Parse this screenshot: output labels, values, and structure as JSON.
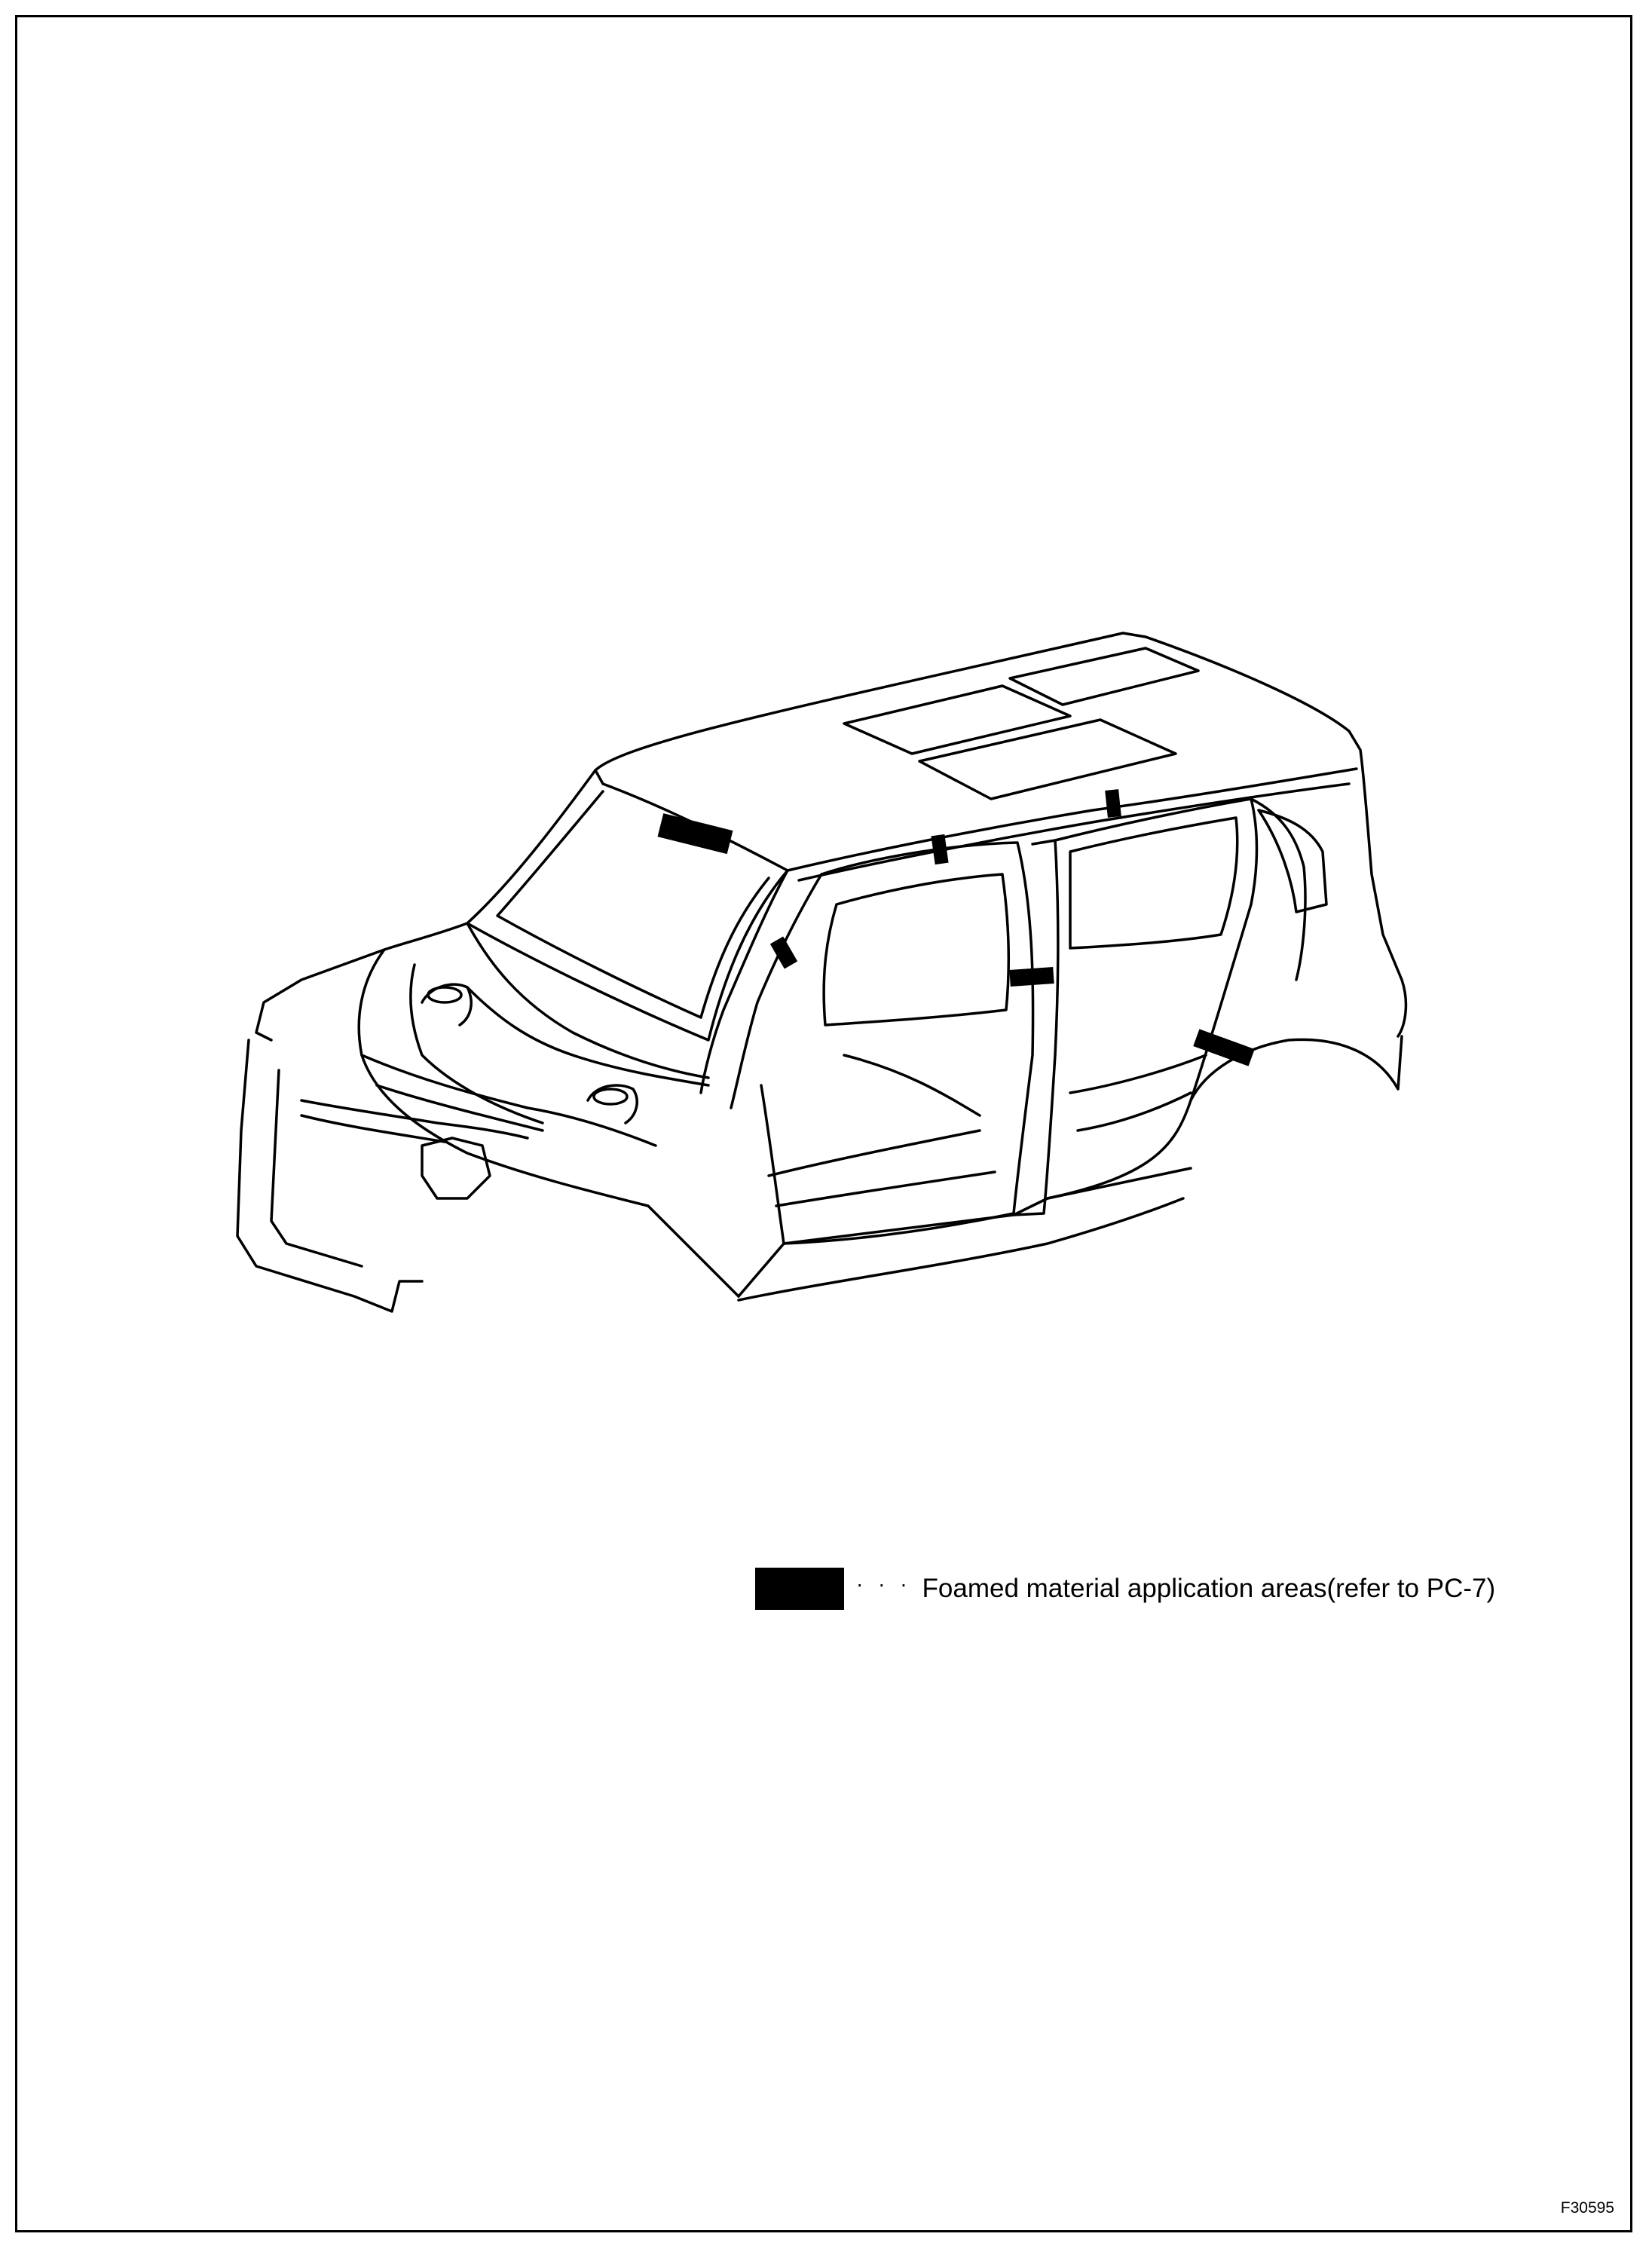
{
  "legend": {
    "marker": "· · ·",
    "text": "Foamed material application areas(refer to PC-7)",
    "swatch_color": "#000000"
  },
  "figure_code": "F30595",
  "illustration": {
    "subject": "vehicle body shell line drawing",
    "foam_marks": 6
  }
}
